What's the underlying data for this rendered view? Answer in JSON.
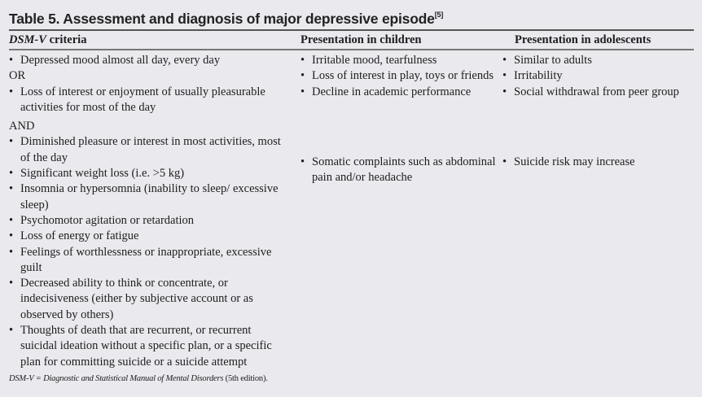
{
  "table": {
    "title": "Table 5. Assessment and diagnosis of major depressive episode",
    "title_ref": "[5]",
    "headers": {
      "col1_italic": "DSM-V",
      "col1_rest": " criteria",
      "col2": "Presentation in children",
      "col3": "Presentation in adolescents"
    },
    "dsm": {
      "group1_item1": "Depressed mood almost all day, every day",
      "or_label": "OR",
      "group1_item2": "Loss of interest or enjoyment of usually pleasurable activities for most of the day",
      "and_label": "AND",
      "group2": [
        "Diminished pleasure or interest in most activities, most of the day",
        "Significant weight loss (i.e. >5 kg)",
        "Insomnia or hypersomnia (inability to sleep/ excessive sleep)",
        "Psychomotor agitation or retardation",
        "Loss of energy or fatigue",
        "Feelings of worthlessness or inappropriate, excessive guilt",
        "Decreased ability to think or concentrate, or indecisiveness (either by subjective account or as observed by others)",
        "Thoughts of death that are recurrent, or recurrent suicidal ideation without a specific plan, or a specific plan for committing suicide or a suicide attempt"
      ]
    },
    "children": {
      "group1": [
        "Irritable mood, tearfulness",
        "Loss of interest in play, toys or friends",
        "Decline in academic performance"
      ],
      "group2": [
        "Somatic complaints such as abdominal pain and/or headache"
      ]
    },
    "adolescents": {
      "group1": [
        "Similar to adults",
        "Irritability",
        "Social withdrawal from peer group"
      ],
      "group2": [
        "Suicide risk may increase"
      ]
    },
    "bullet": "•",
    "footnote": {
      "abbr": "DSM-V",
      "eq": " = ",
      "expansion": "Diagnostic and Statistical Manual of Mental Disorders",
      "edition": " (5th edition)."
    }
  }
}
